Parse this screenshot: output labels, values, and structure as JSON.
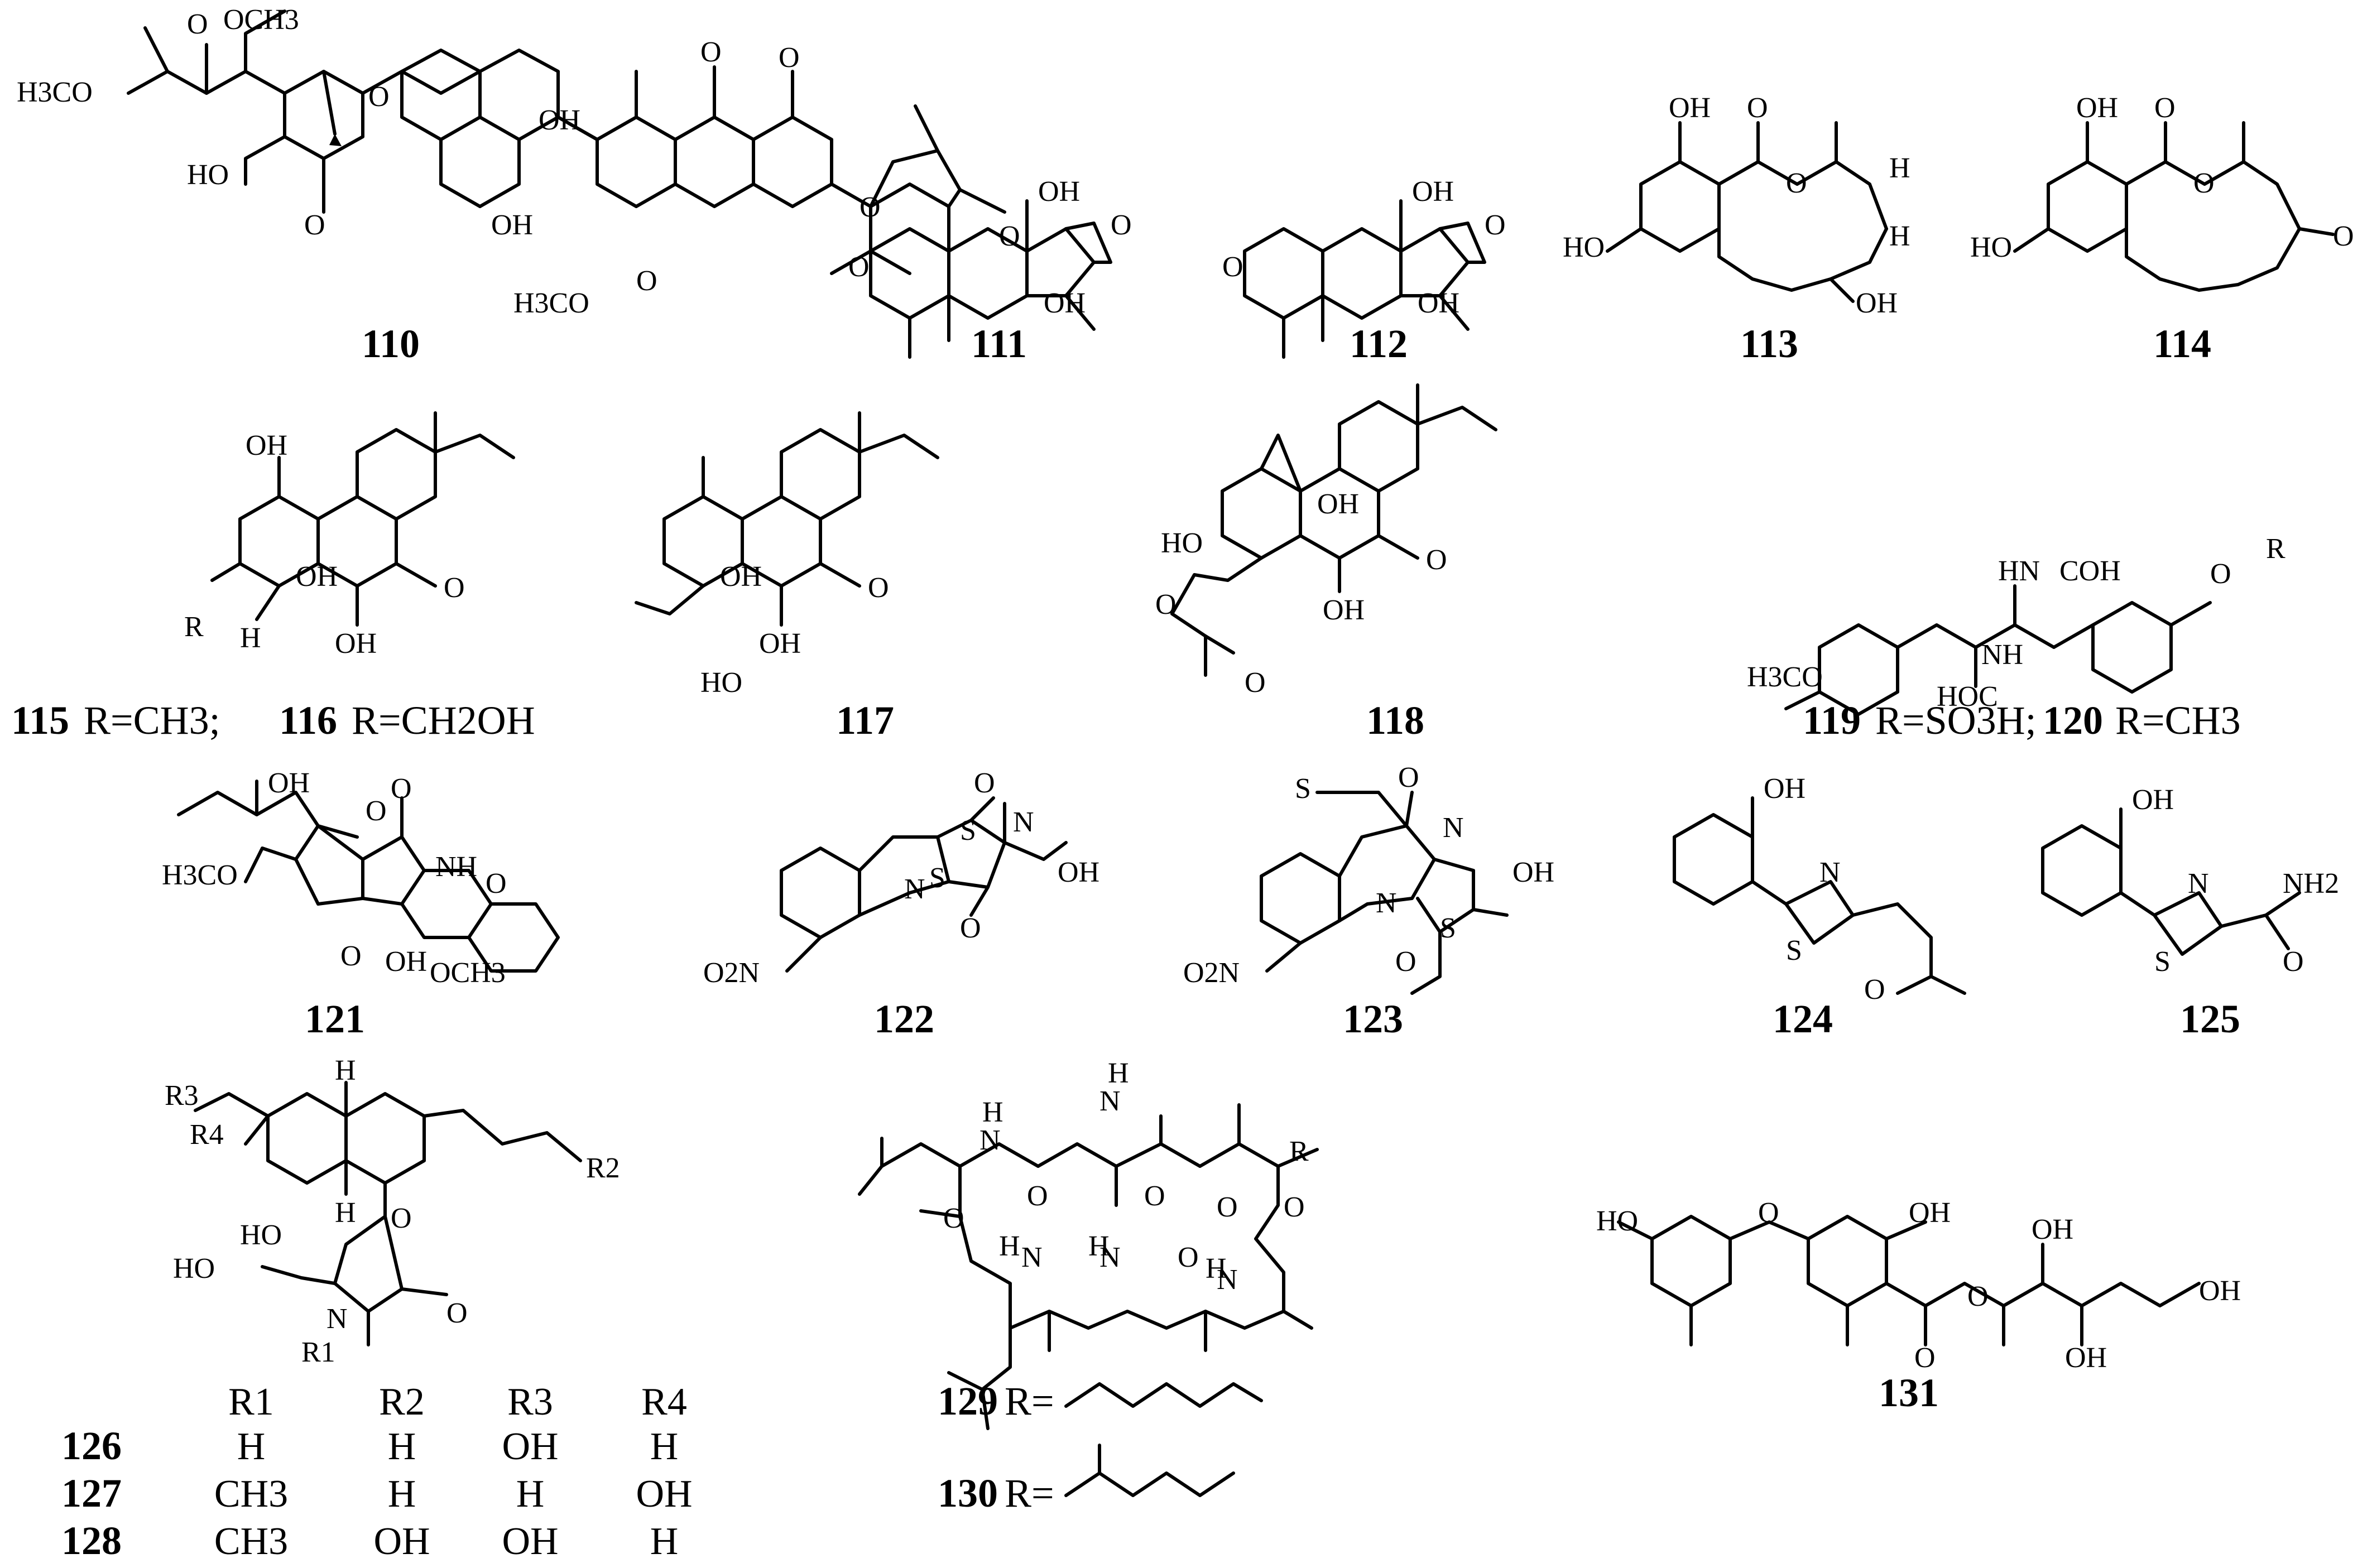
{
  "compounds": [
    {
      "id": "110",
      "atoms": [
        "H3CO",
        "O",
        "OCH3",
        "HO",
        "O",
        "O",
        "OH",
        "OH",
        "O",
        "O",
        "O",
        "O",
        "H3CO",
        "O"
      ]
    },
    {
      "id": "111",
      "atoms": [
        "OH",
        "O",
        "O",
        "OH"
      ]
    },
    {
      "id": "112",
      "atoms": [
        "OH",
        "O",
        "O",
        "OH"
      ]
    },
    {
      "id": "113",
      "atoms": [
        "OH",
        "O",
        "O",
        "H",
        "H",
        "HO",
        "OH"
      ]
    },
    {
      "id": "114",
      "atoms": [
        "OH",
        "O",
        "O",
        "HO",
        "O"
      ]
    },
    {
      "id": "115",
      "atoms": [
        "OH",
        "OH",
        "O",
        "OH",
        "R",
        "H"
      ],
      "caption": "R=CH3;",
      "id2": "116",
      "caption2": "R=CH2OH"
    },
    {
      "id": "117",
      "atoms": [
        "OH",
        "O",
        "HO",
        "OH"
      ]
    },
    {
      "id": "118",
      "atoms": [
        "OH",
        "O",
        "HO",
        "O",
        "O",
        "OH"
      ]
    },
    {
      "id": "119",
      "atoms": [
        "HN",
        "COH",
        "O",
        "R",
        "H3CO",
        "HOC",
        "NH"
      ],
      "caption": "R=SO3H;",
      "id2": "120",
      "caption2": "R=CH3"
    },
    {
      "id": "121",
      "atoms": [
        "OH",
        "O",
        "O",
        "NH",
        "H3CO",
        "O",
        "OH",
        "OCH3",
        "O"
      ]
    },
    {
      "id": "122",
      "atoms": [
        "O",
        "S",
        "S",
        "N",
        "N",
        "OH",
        "O",
        "O2N"
      ]
    },
    {
      "id": "123",
      "atoms": [
        "S",
        "O",
        "N",
        "N",
        "OH",
        "O",
        "S",
        "O2N"
      ]
    },
    {
      "id": "124",
      "atoms": [
        "OH",
        "N",
        "S",
        "O"
      ]
    },
    {
      "id": "125",
      "atoms": [
        "OH",
        "N",
        "NH2",
        "S",
        "O"
      ]
    },
    {
      "id": "129",
      "atoms": [
        "N",
        "H",
        "N",
        "H",
        "O",
        "O",
        "R",
        "O",
        "O",
        "N",
        "H",
        "N",
        "H",
        "O",
        "N",
        "H",
        "O"
      ],
      "caption": "R="
    },
    {
      "id": "130",
      "caption": "R="
    },
    {
      "id": "131",
      "atoms": [
        "HO",
        "O",
        "OH",
        "OH",
        "O",
        "O",
        "OH",
        "OH"
      ]
    }
  ],
  "scaffold_126_128": {
    "atoms": [
      "H",
      "R3",
      "R4",
      "H",
      "R2",
      "HO",
      "O",
      "HO",
      "N",
      "O",
      "R1"
    ],
    "table": {
      "headers": [
        "R1",
        "R2",
        "R3",
        "R4"
      ],
      "rows": [
        {
          "id": "126",
          "values": [
            "H",
            "H",
            "OH",
            "H"
          ]
        },
        {
          "id": "127",
          "values": [
            "CH3",
            "H",
            "H",
            "OH"
          ]
        },
        {
          "id": "128",
          "values": [
            "CH3",
            "OH",
            "OH",
            "H"
          ]
        }
      ]
    }
  }
}
